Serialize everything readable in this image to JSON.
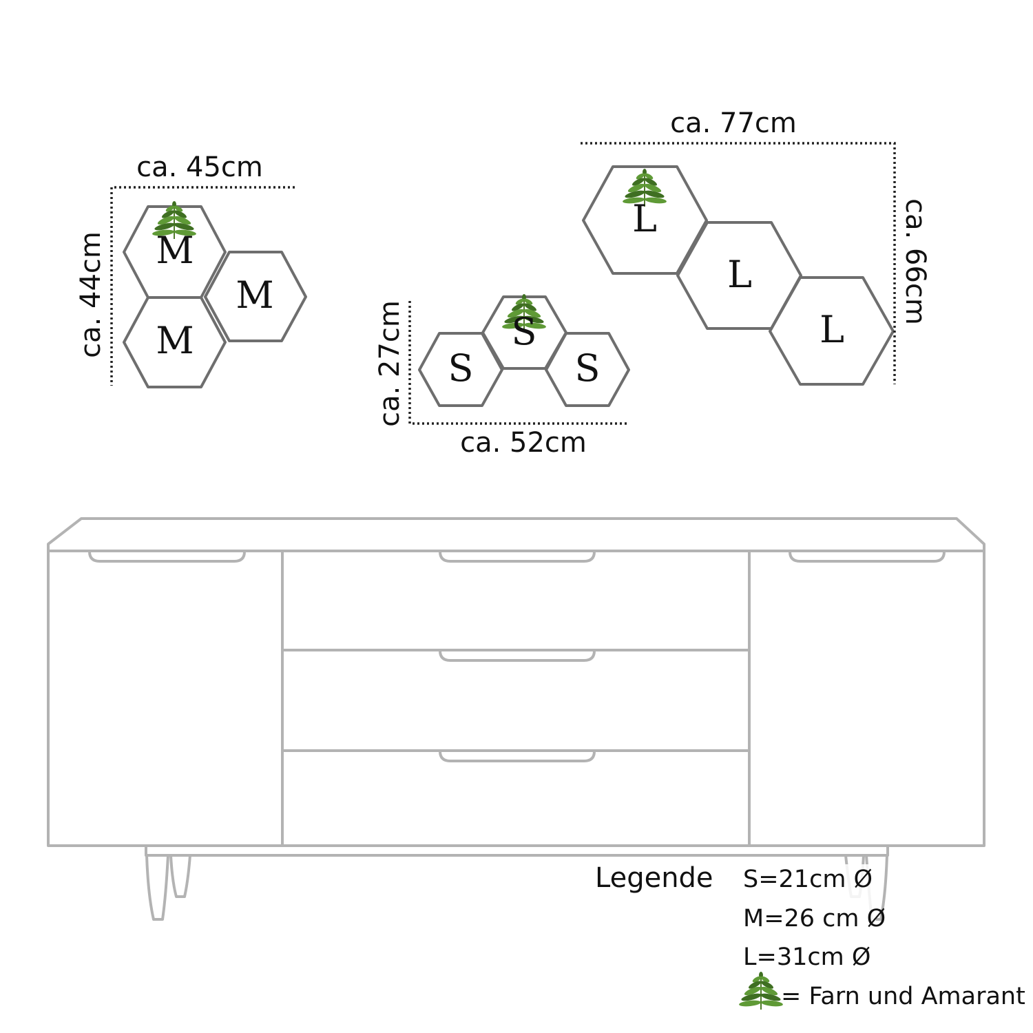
{
  "groups": [
    {
      "id": "medium",
      "hexagons": [
        {
          "label": "M",
          "fern": true
        },
        {
          "label": "M",
          "fern": false
        },
        {
          "label": "M",
          "fern": false
        }
      ],
      "width_label": "ca. 45cm",
      "height_label": "ca. 44cm"
    },
    {
      "id": "small",
      "hexagons": [
        {
          "label": "S",
          "fern": false
        },
        {
          "label": "S",
          "fern": true
        },
        {
          "label": "S",
          "fern": false
        }
      ],
      "width_label": "ca. 52cm",
      "height_label": "ca. 27cm"
    },
    {
      "id": "large",
      "hexagons": [
        {
          "label": "L",
          "fern": true
        },
        {
          "label": "L",
          "fern": false
        },
        {
          "label": "L",
          "fern": false
        }
      ],
      "width_label": "ca. 77cm",
      "height_label": "ca. 66cm"
    }
  ],
  "legend": {
    "title": "Legende",
    "items": [
      "S=21cm Ø",
      "M=26 cm Ø",
      "L=31cm Ø"
    ],
    "fern_text": "= Farn und Amarant"
  },
  "colors": {
    "hex_stroke": "#6e6e6e",
    "furniture_stroke": "#b3b3b3",
    "fern_green": "#5f9a36"
  }
}
